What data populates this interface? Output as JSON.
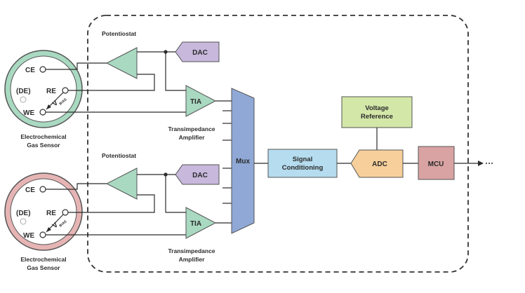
{
  "sensor_top": {
    "electrodes": {
      "ce": "CE",
      "de": "(DE)",
      "re": "RE",
      "we": "WE"
    },
    "bias": "V",
    "bias_sub": "BIAS",
    "caption_line1": "Electrochemical",
    "caption_line2": "Gas Sensor",
    "ring_color": "#a9d9c1"
  },
  "sensor_bottom": {
    "electrodes": {
      "ce": "CE",
      "de": "(DE)",
      "re": "RE",
      "we": "WE"
    },
    "bias": "V",
    "bias_sub": "BIAS",
    "caption_line1": "Electrochemical",
    "caption_line2": "Gas Sensor",
    "ring_color": "#e6b4b4"
  },
  "channel_top": {
    "potentiostat": "Potentiostat",
    "dac": "DAC",
    "tia": "TIA",
    "tia_caption_line1": "Transimpedance",
    "tia_caption_line2": "Amplifier"
  },
  "channel_bottom": {
    "potentiostat": "Potentiostat",
    "dac": "DAC",
    "tia": "TIA",
    "tia_caption_line1": "Transimpedance",
    "tia_caption_line2": "Amplifier"
  },
  "signal_chain": {
    "mux": "Mux",
    "signal_conditioning_line1": "Signal",
    "signal_conditioning_line2": "Conditioning",
    "voltage_reference_line1": "Voltage",
    "voltage_reference_line2": "Reference",
    "adc": "ADC",
    "mcu": "MCU"
  },
  "colors": {
    "amplifier": "#a9d9c1",
    "dac": "#c7b8dc",
    "mux": "#8fa8d6",
    "signal_conditioning": "#b5dcef",
    "voltage_reference": "#d3e7a8",
    "adc": "#f6cf9a",
    "mcu": "#d9a3a3"
  }
}
